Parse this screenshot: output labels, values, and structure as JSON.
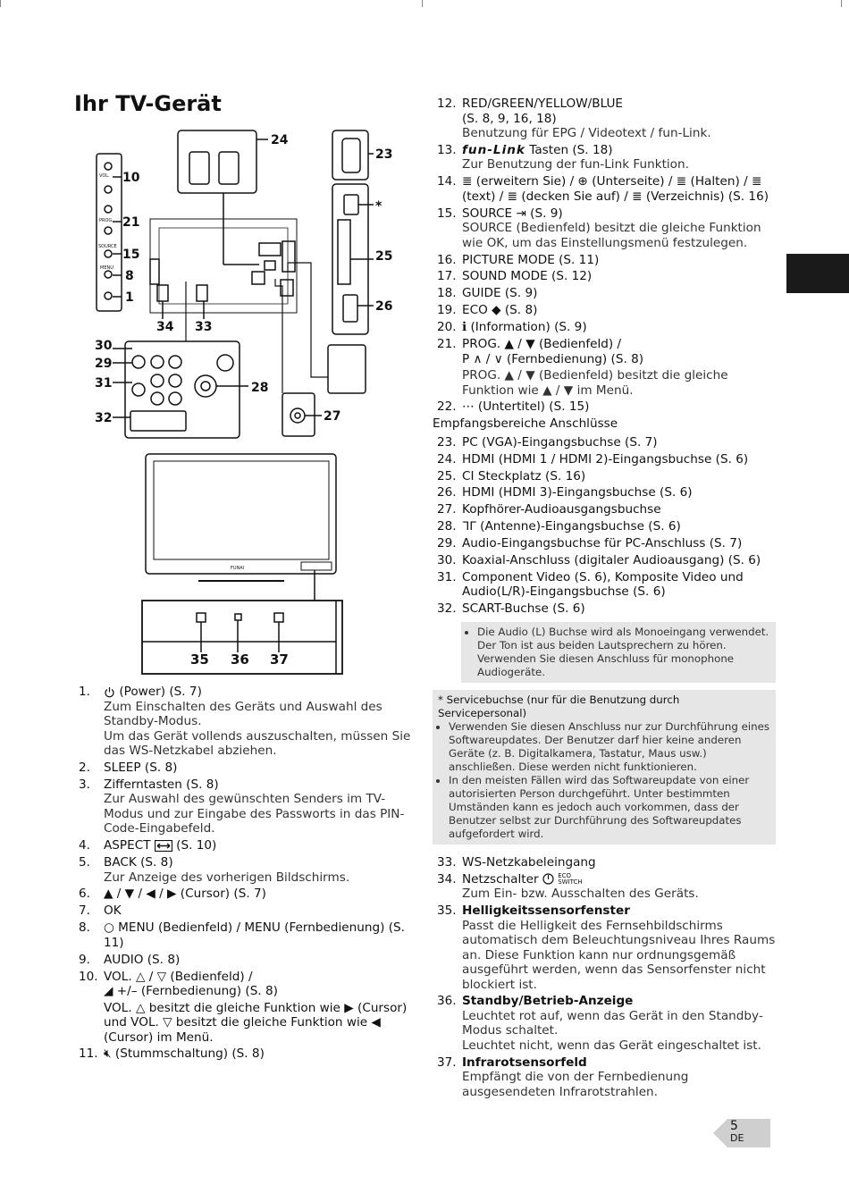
{
  "title": "Ihr TV-Gerät",
  "diagram": {
    "top_labels": [
      "24",
      "23",
      "10",
      "21",
      "15",
      "8",
      "1",
      "34",
      "33",
      "30",
      "29",
      "31",
      "32",
      "28",
      "27",
      "25",
      "26",
      "35",
      "36",
      "37"
    ],
    "side_labels": {
      "l10": "10",
      "l21": "21",
      "l15": "15",
      "l8": "8",
      "l1": "1",
      "l34": "34",
      "l33": "33",
      "l24": "24",
      "l23": "23",
      "l25": "25",
      "l26": "26",
      "l30": "30",
      "l29": "29",
      "l31": "31",
      "l32": "32",
      "l28": "28",
      "l27": "27",
      "l35": "35",
      "l36": "36",
      "l37": "37",
      "lstar": "*"
    },
    "side_panel": {
      "vol": "VOL.",
      "prog": "PROG.",
      "source": "SOURCE",
      "menu": "MENU"
    },
    "brand": "FUNAI"
  },
  "left_items": [
    {
      "num": "1.",
      "label": "(Power) (S. 7)",
      "icon": "power-icon",
      "desc": [
        "Zum Einschalten des Geräts und Auswahl des Standby-Modus.",
        "Um das Gerät vollends auszuschalten, müssen Sie das WS-Netzkabel abziehen."
      ]
    },
    {
      "num": "2.",
      "label": "SLEEP (S. 8)",
      "desc": []
    },
    {
      "num": "3.",
      "label": "Zifferntasten (S. 8)",
      "desc": [
        "Zur Auswahl des gewünschten Senders im TV-Modus und zur Eingabe des Passworts in das PIN-Code-Eingabefeld."
      ]
    },
    {
      "num": "4.",
      "label": "(S. 10)",
      "prefix": "ASPECT",
      "icon": "aspect-icon",
      "desc": []
    },
    {
      "num": "5.",
      "label": "BACK (S. 8)",
      "desc": [
        "Zur Anzeige des vorherigen Bildschirms."
      ]
    },
    {
      "num": "6.",
      "label": "▲ / ▼ / ◀ / ▶ (Cursor) (S. 7)",
      "desc": []
    },
    {
      "num": "7.",
      "label": "OK",
      "desc": []
    },
    {
      "num": "8.",
      "label": "○ MENU (Bedienfeld) / MENU (Fernbedienung) (S. 11)",
      "desc": []
    },
    {
      "num": "9.",
      "label": "AUDIO (S. 8)",
      "desc": []
    },
    {
      "num": "10.",
      "label": "VOL. △ / ▽ (Bedienfeld) /",
      "label2": "◢ +/– (Fernbedienung) (S. 8)",
      "desc": [
        "VOL. △ besitzt die gleiche Funktion wie ▶ (Cursor) und VOL. ▽ besitzt die gleiche Funktion wie ◀ (Cursor) im Menü."
      ]
    },
    {
      "num": "11.",
      "label": "🔇︎ (Stummschaltung) (S. 8)",
      "desc": []
    }
  ],
  "right_items_a": [
    {
      "num": "12.",
      "label": "RED/GREEN/YELLOW/BLUE",
      "label2": "(S. 8, 9, 16, 18)",
      "desc": [
        "Benutzung für EPG / Videotext / fun-Link."
      ]
    },
    {
      "num": "13.",
      "label": "Tasten (S. 18)",
      "prefix": "fun-Link",
      "desc": [
        "Zur Benutzung der fun-Link Funktion."
      ]
    },
    {
      "num": "14.",
      "label": "≣ (erweitern Sie) / ⊕ (Unterseite) / ≣ (Halten) / ≣ (text) / ≣ (decken Sie auf) / ≣ (Verzeichnis) (S. 16)",
      "desc": []
    },
    {
      "num": "15.",
      "label": "SOURCE ⇥ (S. 9)",
      "desc": [
        "SOURCE (Bedienfeld) besitzt die gleiche Funktion wie OK, um das Einstellungsmenü festzulegen."
      ]
    },
    {
      "num": "16.",
      "label": "PICTURE MODE (S. 11)",
      "desc": []
    },
    {
      "num": "17.",
      "label": "SOUND MODE (S. 12)",
      "desc": []
    },
    {
      "num": "18.",
      "label": "GUIDE (S. 9)",
      "desc": []
    },
    {
      "num": "19.",
      "label": "ECO ◆ (S. 8)",
      "desc": []
    },
    {
      "num": "20.",
      "label": "ℹ (Information) (S. 9)",
      "desc": []
    },
    {
      "num": "21.",
      "label": "PROG. ▲ / ▼ (Bedienfeld) /",
      "label2": "P ∧ / ∨ (Fernbedienung) (S. 8)",
      "desc": [
        "PROG. ▲ / ▼ (Bedienfeld) besitzt die gleiche Funktion wie ▲ / ▼ im Menü."
      ]
    },
    {
      "num": "22.",
      "label": "⋯ (Untertitel) (S. 15)",
      "desc": []
    }
  ],
  "subheading": "Empfangsbereiche Anschlüsse",
  "right_items_b": [
    {
      "num": "23.",
      "label": "PC (VGA)-Eingangsbuchse (S. 7)"
    },
    {
      "num": "24.",
      "label": "HDMI (HDMI 1 / HDMI 2)-Eingangsbuchse (S. 6)"
    },
    {
      "num": "25.",
      "label": "CI Steckplatz (S. 16)"
    },
    {
      "num": "26.",
      "label": "HDMI (HDMI 3)-Eingangsbuchse (S. 6)"
    },
    {
      "num": "27.",
      "label": "Kopfhörer-Audioausgangsbuchse"
    },
    {
      "num": "28.",
      "label": "ᒣᒥ (Antenne)-Eingangsbuchse (S. 6)"
    },
    {
      "num": "29.",
      "label": "Audio-Eingangsbuchse für PC-Anschluss (S. 7)"
    },
    {
      "num": "30.",
      "label": "Koaxial-Anschluss (digitaler Audioausgang) (S. 6)"
    },
    {
      "num": "31.",
      "label": "Component Video (S. 6), Komposite Video und Audio(L/R)-Eingangsbuchse (S. 6)"
    },
    {
      "num": "32.",
      "label": "SCART-Buchse (S. 6)"
    }
  ],
  "note_1": "Die Audio (L) Buchse wird als Monoeingang verwendet. Der Ton ist aus beiden Lautsprechern zu hören. Verwenden Sie diesen Anschluss für monophone Audiogeräte.",
  "service": {
    "head": "* Servicebuchse (nur für die Benutzung durch Servicepersonal)",
    "bullets": [
      "Verwenden Sie diesen Anschluss nur zur Durchführung eines Softwareupdates. Der Benutzer darf hier keine anderen Geräte (z. B. Digitalkamera, Tastatur, Maus usw.) anschließen. Diese werden nicht funktionieren.",
      "In den meisten Fällen wird das Softwareupdate von einer autorisierten Person durchgeführt. Unter bestimmten Umständen kann es jedoch auch vorkommen, dass der Benutzer selbst zur Durchführung des Softwareupdates aufgefordert wird."
    ]
  },
  "right_items_c": [
    {
      "num": "33.",
      "label": "WS-Netzkabeleingang",
      "desc": []
    },
    {
      "num": "34.",
      "label": "Netzschalter",
      "icon_text": "ECO SWITCH",
      "desc": [
        "Zum Ein- bzw. Ausschalten des Geräts."
      ]
    },
    {
      "num": "35.",
      "label": "Helligkeitssensorfenster",
      "desc": [
        "Passt die Helligkeit des Fernsehbildschirms automatisch dem Beleuchtungsniveau Ihres Raums an. Diese Funktion kann nur ordnungsgemäß ausgeführt werden, wenn das Sensorfenster nicht blockiert ist."
      ]
    },
    {
      "num": "36.",
      "label": "Standby/Betrieb-Anzeige",
      "desc": [
        "Leuchtet rot auf, wenn das Gerät in den Standby-Modus schaltet.",
        "Leuchtet nicht, wenn das Gerät eingeschaltet ist."
      ]
    },
    {
      "num": "37.",
      "label": "Infrarotsensorfeld",
      "desc": [
        "Empfängt die von der Fernbedienung ausgesendeten Infrarotstrahlen."
      ]
    }
  ],
  "page": {
    "number": "5",
    "lang": "DE"
  },
  "colors": {
    "note_bg": "#e6e6e6",
    "tab": "#1a1a1a",
    "badge": "#cfcfcf"
  }
}
